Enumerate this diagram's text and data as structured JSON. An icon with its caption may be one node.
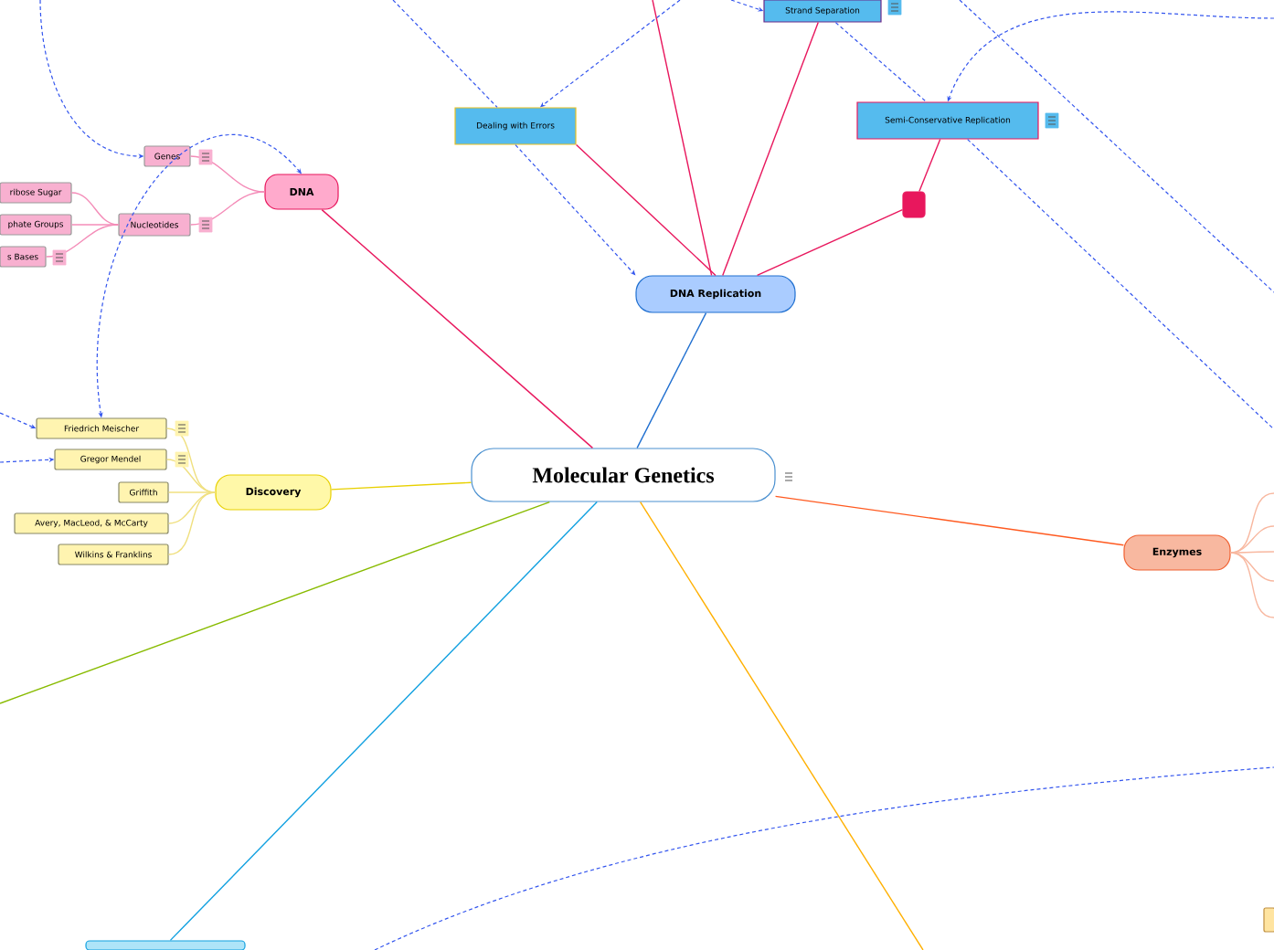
{
  "diagram": {
    "nodes": [
      {
        "text": [
          "Molecular Genetics"
        ]
      },
      {
        "text": [
          "DNA"
        ]
      },
      {
        "text": [
          "Genes"
        ]
      },
      {
        "text": [
          "Nucleotides"
        ]
      },
      {
        "text": [
          "ribose Sugar"
        ]
      },
      {
        "text": [
          "phate Groups"
        ]
      },
      {
        "text": [
          "s Bases"
        ]
      },
      {
        "text": [
          "DNA Replication"
        ]
      },
      {
        "text": [
          "Dealing with Errors"
        ]
      },
      {
        "text": [
          "Strand Separation"
        ]
      },
      {
        "text": [
          "Semi-Conservative Replication"
        ]
      },
      {
        "text": [],
        "shape": "box"
      },
      {
        "text": [
          "Discovery"
        ]
      },
      {
        "text": [
          "Friedrich Meischer"
        ]
      },
      {
        "text": [
          "Gregor Mendel"
        ]
      },
      {
        "text": [
          "Griffith"
        ]
      },
      {
        "text": [
          "Avery, MacLeod, & McCarty"
        ]
      },
      {
        "text": [
          "Wilkins & Franklins"
        ]
      },
      {
        "text": [
          "Enzymes"
        ]
      },
      {
        "text": [],
        "shape": "box"
      },
      {
        "text": [],
        "shape": "box"
      }
    ],
    "edges": [
      {
        "from": 0,
        "to": 1,
        "arrow": "none",
        "color": "#e8175d"
      },
      {
        "from": 0,
        "to": 7,
        "arrow": "none",
        "color": "#1f6fd0"
      },
      {
        "from": 0,
        "to": 12,
        "arrow": "none",
        "color": "#e8d000"
      },
      {
        "from": 0,
        "to": 18,
        "arrow": "none",
        "color": "#ff5a20"
      },
      {
        "from": 0,
        "to": 19,
        "arrow": "none",
        "color": "#10a0e0"
      },
      {
        "from": 0,
        "to": null,
        "arrow": "none",
        "color": "#88bb00"
      },
      {
        "from": 0,
        "to": null,
        "arrow": "none",
        "color": "#ffb000"
      },
      {
        "from": 1,
        "to": 2,
        "arrow": "none",
        "color": "#f48cb8"
      },
      {
        "from": 1,
        "to": 3,
        "arrow": "none",
        "color": "#f48cb8"
      },
      {
        "from": 3,
        "to": 4,
        "arrow": "none",
        "color": "#f48cb8"
      },
      {
        "from": 3,
        "to": 5,
        "arrow": "none",
        "color": "#f48cb8"
      },
      {
        "from": 3,
        "to": 6,
        "arrow": "none",
        "color": "#f48cb8"
      },
      {
        "from": 7,
        "to": 8,
        "arrow": "none",
        "color": "#e8175d"
      },
      {
        "from": 7,
        "to": 9,
        "arrow": "none",
        "color": "#e8175d"
      },
      {
        "from": 7,
        "to": null,
        "arrow": "none",
        "color": "#e8175d"
      },
      {
        "from": 7,
        "to": 11,
        "arrow": "none",
        "color": "#e8175d"
      },
      {
        "from": 11,
        "to": 10,
        "arrow": "none",
        "color": "#e8175d"
      },
      {
        "from": 12,
        "to": 13,
        "arrow": "none",
        "color": "#f0e080"
      },
      {
        "from": 12,
        "to": 14,
        "arrow": "none",
        "color": "#f0e080"
      },
      {
        "from": 12,
        "to": 15,
        "arrow": "none",
        "color": "#f0e080"
      },
      {
        "from": 12,
        "to": 16,
        "arrow": "none",
        "color": "#f0e080"
      },
      {
        "from": 12,
        "to": 17,
        "arrow": "none",
        "color": "#f0e080"
      },
      {
        "from": 18,
        "to": null,
        "arrow": "none",
        "color": "#f8b8a0"
      },
      {
        "from": 18,
        "to": null,
        "arrow": "none",
        "color": "#f8b8a0"
      },
      {
        "from": 18,
        "to": null,
        "arrow": "none",
        "color": "#f8b8a0"
      },
      {
        "from": 18,
        "to": null,
        "arrow": "none",
        "color": "#f8b8a0"
      },
      {
        "from": 18,
        "to": null,
        "arrow": "none",
        "color": "#f8b8a0"
      },
      {
        "from": null,
        "to": 2,
        "arrow": "to",
        "style": "dashed",
        "color": "#3355ee"
      },
      {
        "from": 13,
        "to": 1,
        "arrow": "both",
        "style": "dashed",
        "color": "#3355ee"
      },
      {
        "from": null,
        "to": 13,
        "arrow": "to",
        "style": "dashed",
        "color": "#3355ee"
      },
      {
        "from": null,
        "to": 14,
        "arrow": "to",
        "style": "dashed",
        "color": "#3355ee"
      },
      {
        "from": 8,
        "to": 7,
        "arrow": "to",
        "style": "dashed",
        "color": "#3355ee"
      },
      {
        "from": null,
        "to": 8,
        "arrow": "none",
        "style": "dashed",
        "color": "#3355ee"
      },
      {
        "from": null,
        "to": 8,
        "arrow": "to",
        "style": "dashed",
        "color": "#3355ee"
      },
      {
        "from": null,
        "to": 9,
        "arrow": "to",
        "style": "dashed",
        "color": "#3355ee"
      },
      {
        "from": 9,
        "to": 10,
        "arrow": "none",
        "style": "dashed",
        "color": "#3355ee"
      },
      {
        "from": 10,
        "to": null,
        "arrow": "none",
        "style": "dashed",
        "color": "#3355ee"
      },
      {
        "from": null,
        "to": 10,
        "arrow": "to",
        "style": "dashed",
        "color": "#3355ee"
      }
    ]
  }
}
